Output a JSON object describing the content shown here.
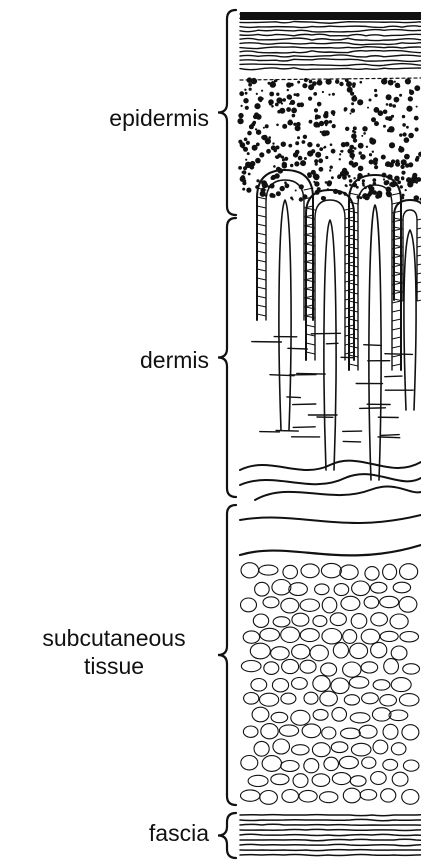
{
  "layers": [
    {
      "id": "epidermis",
      "label": "epidermis"
    },
    {
      "id": "dermis",
      "label": "dermis"
    },
    {
      "id": "subcutaneous",
      "label_line1": "subcutaneous",
      "label_line2": "tissue"
    },
    {
      "id": "fascia",
      "label": "fascia"
    }
  ],
  "colors": {
    "ink": "#111111",
    "paper": "#ffffff"
  }
}
